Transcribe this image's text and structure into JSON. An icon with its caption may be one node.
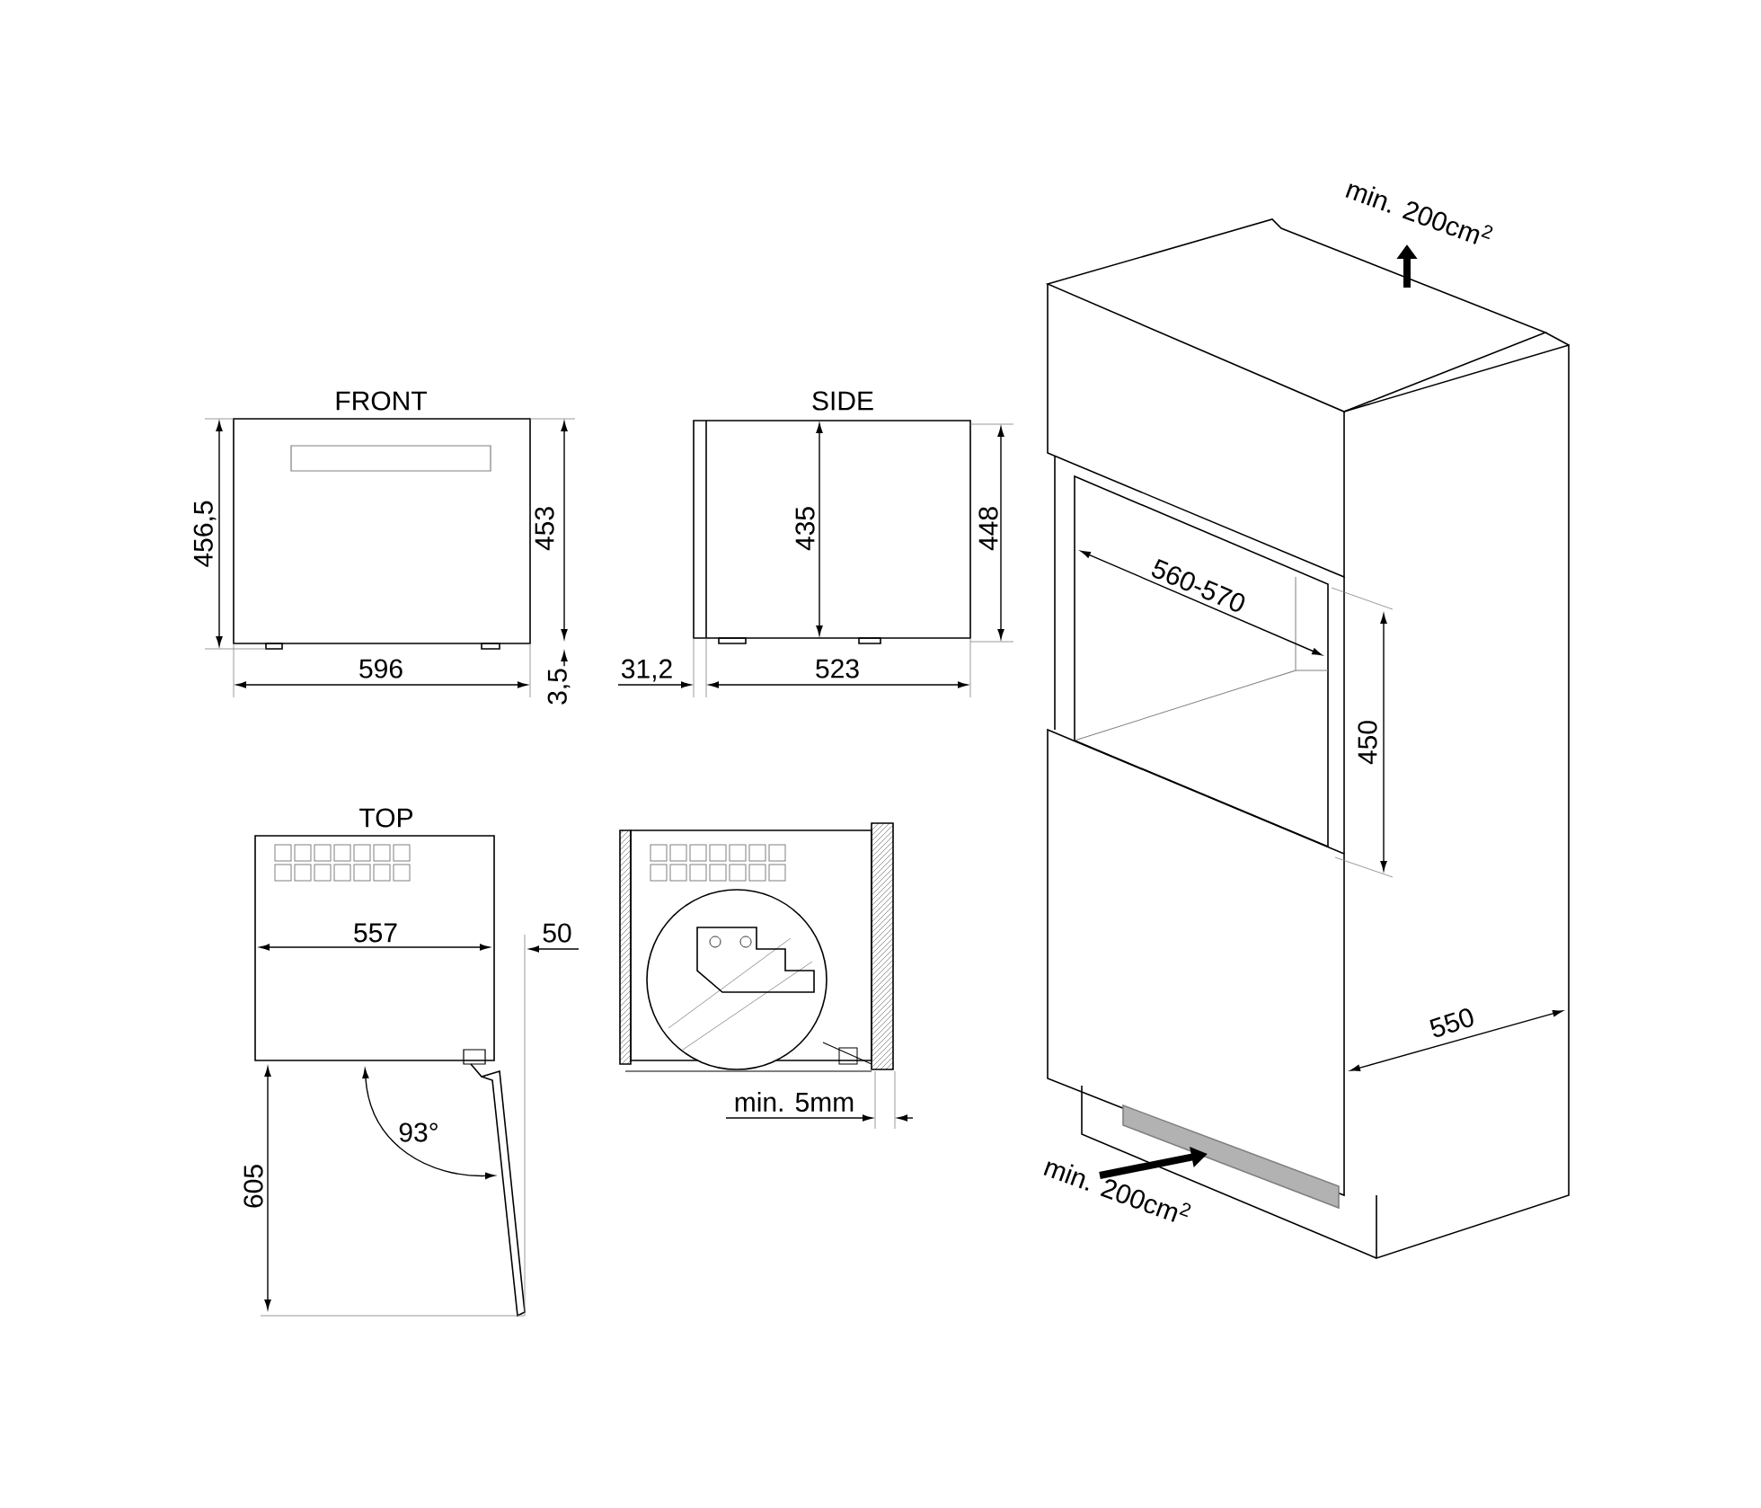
{
  "diagram": {
    "labels": [
      "min. 200cm$^{2}$",
      "FRONT",
      "SIDE",
      "456,5",
      "453",
      "435",
      "448",
      "560-570",
      "596",
      "3,5",
      "31,2",
      "523",
      "450",
      "TOP",
      "557",
      "50",
      "93°",
      "550",
      "min. 5mm",
      "605",
      "min. 200cm$^{2}$"
    ]
  }
}
